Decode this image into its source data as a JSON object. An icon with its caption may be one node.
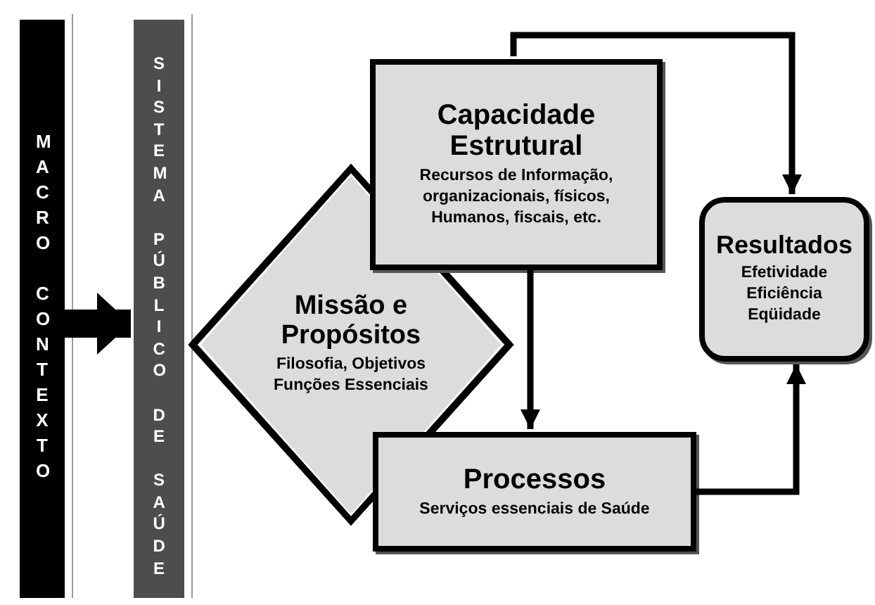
{
  "diagram": {
    "nodes": [
      {
        "text": [
          "MACRO",
          "CONTEXTO"
        ]
      },
      {
        "text": [
          "SISTEMA",
          "PÚBLICO",
          "DE",
          "SAÚDE"
        ]
      },
      {
        "text": [
          "Capacidade Estrutural",
          "Recursos de Informação, organizacionais, físicos, Humanos, fiscais, etc."
        ]
      },
      {
        "text": [
          "Missão e Propósitos",
          "Filosofia, Objetivos Funções Essenciais"
        ]
      },
      {
        "text": [
          "Resultados",
          "Efetividade Eficiência Eqüidade"
        ]
      },
      {
        "text": [
          "Processos",
          "Serviços essenciais de Saúde"
        ]
      }
    ],
    "edges": [
      {
        "from": 0,
        "to": 1,
        "arrow": "to",
        "style": "thick"
      },
      {
        "from": 2,
        "to": 4,
        "arrow": "to"
      },
      {
        "from": 2,
        "to": 5,
        "arrow": "to"
      },
      {
        "from": 5,
        "to": 4,
        "arrow": "to"
      }
    ]
  }
}
